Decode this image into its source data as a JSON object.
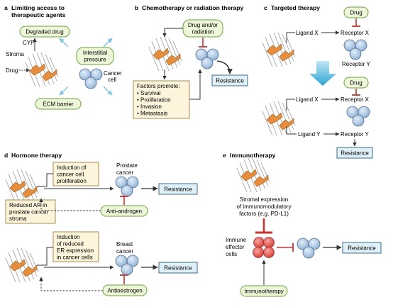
{
  "panels": {
    "a": {
      "letter": "a",
      "title_1": "Limiting access to",
      "title_2": "therapeutic agents",
      "degraded_drug": "Degraded drug",
      "cyp": "CYP",
      "stroma": "Stroma",
      "drug": "Drug",
      "interstitial_1": "Interstitial",
      "interstitial_2": "pressure",
      "cancer_1": "Cancer",
      "cancer_2": "cell",
      "ecm": "ECM barrier"
    },
    "b": {
      "letter": "b",
      "title": "Chemotherapy or radiation therapy",
      "drug_1": "Drug and/or",
      "drug_2": "radiation",
      "factors_title": "Factors promote:",
      "factors": [
        "Survival",
        "Proliferation",
        "Invasion",
        "Metastasis"
      ],
      "resistance": "Resistance"
    },
    "c": {
      "letter": "c",
      "title": "Targeted therapy",
      "drug": "Drug",
      "ligand_x": "Ligand X",
      "receptor_x": "Receptor X",
      "receptor_y": "Receptor Y",
      "drug_2": "Drug",
      "ligand_x_2": "Ligand X",
      "receptor_x_2": "Receptor X",
      "ligand_y": "Ligand Y",
      "receptor_y_2": "Receptor Y",
      "resistance": "Resistance"
    },
    "d": {
      "letter": "d",
      "title": "Hormone therapy",
      "induction_1": [
        "Induction of",
        "cancer cell",
        "proliferation"
      ],
      "prostate": [
        "Prostate",
        "cancer"
      ],
      "resistance_1": "Resistance",
      "reduced_ar": [
        "Reduced AR in",
        "prostate cancer",
        "stroma"
      ],
      "anti_androgen": "Anti-androgen",
      "induction_2": [
        "Induction",
        "of reduced",
        "ER expression",
        "in cancer cells"
      ],
      "breast": [
        "Breast",
        "cancer"
      ],
      "resistance_2": "Resistance",
      "antioestrogen": "Antioestrogen"
    },
    "e": {
      "letter": "e",
      "title": "Immunotherapy",
      "stromal": [
        "Stromal expression",
        "of immunomodulatory",
        "factors (e.g. PD-L1)"
      ],
      "immune": [
        "Immune",
        "effector",
        "cells"
      ],
      "resistance": "Resistance",
      "immunotherapy": "Immunotherapy"
    }
  },
  "colors": {
    "box_blue_fill": "#dff0f7",
    "box_blue_stroke": "#3a6f8a",
    "box_green_fill": "#eef6d9",
    "box_green_stroke": "#6aa338",
    "box_cream_fill": "#fdf4dc",
    "box_cream_stroke": "#a98b4c",
    "stroma_orange": "#e88e3a",
    "cell_blue": "#b5cfe8",
    "immune_red": "#e24b4b",
    "inhibit_red": "#d0312d",
    "arrow_teal": "#3fb3d8"
  }
}
